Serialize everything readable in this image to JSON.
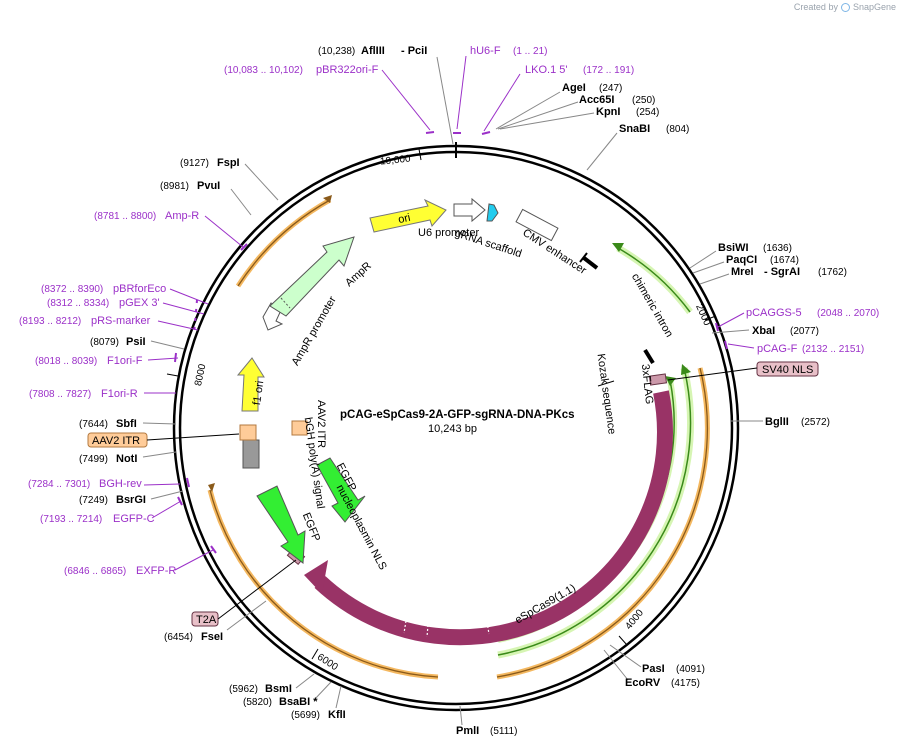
{
  "branding": {
    "created_by": "Created by",
    "app": "SnapGene"
  },
  "plasmid": {
    "name": "pCAG-eSpCas9-2A-GFP-sgRNA-DNA-PKcs",
    "size": "10,243 bp"
  },
  "ticks": [
    "10,000",
    "2000",
    "4000",
    "6000",
    "8000"
  ],
  "sites": {
    "afliii_pos": "(10,238)",
    "afliii": "AflIII",
    "pcii": "- PciI",
    "agei": "AgeI",
    "agei_pos": "(247)",
    "acc65i": "Acc65I",
    "acc65i_pos": "(250)",
    "kpni": "KpnI",
    "kpni_pos": "(254)",
    "snabi": "SnaBI",
    "snabi_pos": "(804)",
    "bsiwi": "BsiWI",
    "bsiwi_pos": "(1636)",
    "paqci": "PaqCI",
    "paqci_pos": "(1674)",
    "mrei": "MreI",
    "sgrai": "- SgrAI",
    "mrei_pos": "(1762)",
    "xbai": "XbaI",
    "xbai_pos": "(2077)",
    "bglii": "BglII",
    "bglii_pos": "(2572)",
    "pasi": "PasI",
    "pasi_pos": "(4091)",
    "ecorv": "EcoRV",
    "ecorv_pos": "(4175)",
    "pmli": "PmlI",
    "pmli_pos": "(5111)",
    "kfli": "KflI",
    "kfli_pos": "(5699)",
    "bsabi": "BsaBI *",
    "bsabi_pos": "(5820)",
    "bsmi": "BsmI",
    "bsmi_pos": "(5962)",
    "fsei": "FseI",
    "fsei_pos": "(6454)",
    "bsrgi": "BsrGI",
    "bsrgi_pos": "(7249)",
    "noti": "NotI",
    "noti_pos": "(7499)",
    "sbfi": "SbfI",
    "sbfi_pos": "(7644)",
    "psii": "PsiI",
    "psii_pos": "(8079)",
    "pvui": "PvuI",
    "pvui_pos": "(8981)",
    "fspi": "FspI",
    "fspi_pos": "(9127)"
  },
  "primers": {
    "hu6f": "hU6-F",
    "hu6f_pos": "(1 .. 21)",
    "lko": "LKO.1 5'",
    "lko_pos": "(172 .. 191)",
    "pbr_pos": "(10,083 .. 10,102)",
    "pbr": "pBR322ori-F",
    "pcags5": "pCAGGS-5",
    "pcags5_pos": "(2048 .. 2070)",
    "pcagf": "pCAG-F",
    "pcagf_pos": "(2132 .. 2151)",
    "ampr_pos": "(8781 .. 8800)",
    "ampr": "Amp-R",
    "pbrfor_pos": "(8372 .. 8390)",
    "pbrfor": "pBRforEco",
    "pgex_pos": "(8312 .. 8334)",
    "pgex": "pGEX 3'",
    "prs_pos": "(8193 .. 8212)",
    "prs": "pRS-marker",
    "f1f_pos": "(8018 .. 8039)",
    "f1f": "F1ori-F",
    "f1r_pos": "(7808 .. 7827)",
    "f1r": "F1ori-R",
    "bgh_pos": "(7284 .. 7301)",
    "bgh": "BGH-rev",
    "egfpc_pos": "(7193 .. 7214)",
    "egfpc": "EGFP-C",
    "exfp_pos": "(6846 .. 6865)",
    "exfp": "EXFP-R"
  },
  "features": {
    "ori": "ori",
    "u6": "U6 promoter",
    "grna": "gRNA scaffold",
    "cmv": "CMV enhancer",
    "intron": "chimeric intron",
    "kozak": "Kozak sequence",
    "flag": "3xFLAG",
    "sv40": "SV40 NLS",
    "cas9": "eSpCas9(1.1)",
    "t2a": "T2A",
    "aav2_outer": "AAV2 ITR",
    "aav2_inner": "AAV2 ITR",
    "egfp1": "EGFP",
    "nls": "nucleoplasmin NLS",
    "egfp2": "EGFP",
    "bgh": "bGH poly(A) signal",
    "f1": "f1 ori",
    "ampprom": "AmpR promoter",
    "ampr": "AmpR"
  },
  "colors": {
    "ori": "#ffff33",
    "cas9": "#993366",
    "egfp": "#33ee33",
    "ampr": "#ccffcc",
    "gray": "#999999",
    "itr": "#ffcc99",
    "u6": "#ffffff",
    "grna": "#22ccee",
    "primer": "#9b30c8",
    "orange_arc": "#f4b860"
  }
}
